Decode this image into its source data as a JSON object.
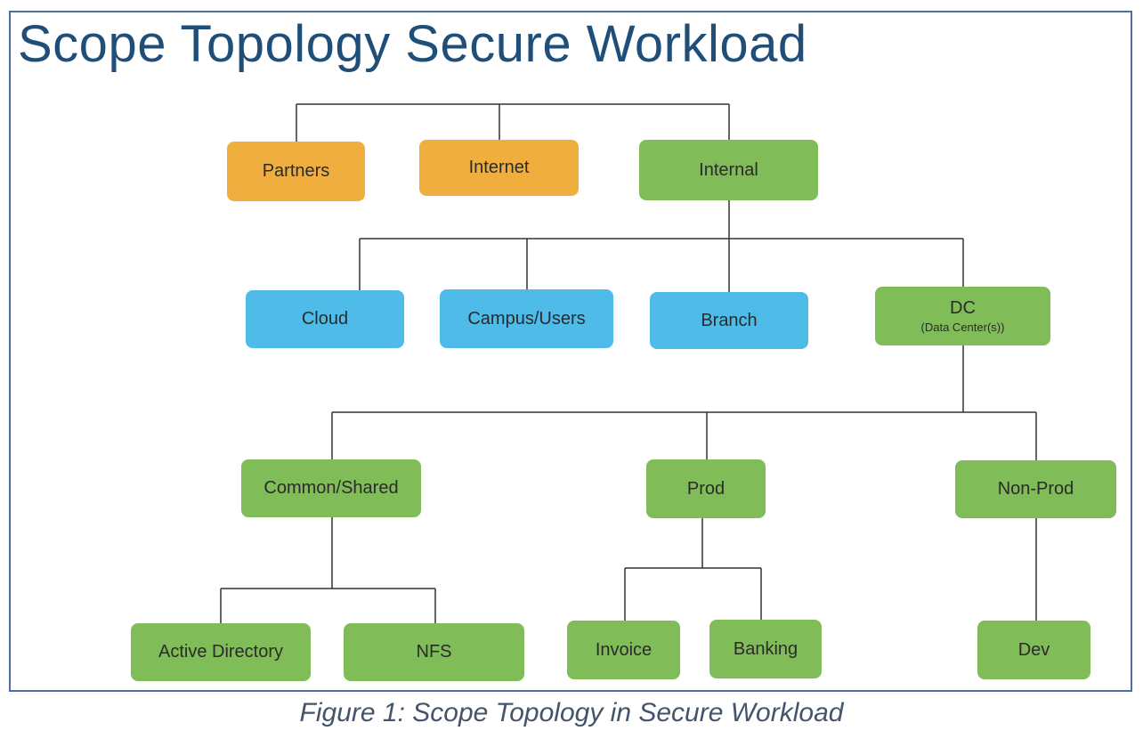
{
  "title": "Scope Topology Secure Workload",
  "caption": "Figure 1: Scope Topology in Secure Workload",
  "colors": {
    "orange": "#f0ae3f",
    "green": "#80bc57",
    "blue": "#4ebbe9",
    "title": "#1f4e79",
    "caption": "#44546a",
    "line": "#333333"
  },
  "nodes": {
    "partners": "Partners",
    "internet": "Internet",
    "internal": "Internal",
    "cloud": "Cloud",
    "campus_users": "Campus/Users",
    "branch": "Branch",
    "dc": "DC",
    "dc_sub": "(Data Center(s))",
    "common_shared": "Common/Shared",
    "prod": "Prod",
    "non_prod": "Non-Prod",
    "active_directory": "Active Directory",
    "nfs": "NFS",
    "invoice": "Invoice",
    "banking": "Banking",
    "dev": "Dev"
  },
  "edges": [
    [
      "root",
      "partners"
    ],
    [
      "root",
      "internet"
    ],
    [
      "root",
      "internal"
    ],
    [
      "internal",
      "cloud"
    ],
    [
      "internal",
      "campus_users"
    ],
    [
      "internal",
      "branch"
    ],
    [
      "internal",
      "dc"
    ],
    [
      "dc",
      "common_shared"
    ],
    [
      "dc",
      "prod"
    ],
    [
      "dc",
      "non_prod"
    ],
    [
      "common_shared",
      "active_directory"
    ],
    [
      "common_shared",
      "nfs"
    ],
    [
      "prod",
      "invoice"
    ],
    [
      "prod",
      "banking"
    ],
    [
      "non_prod",
      "dev"
    ]
  ]
}
